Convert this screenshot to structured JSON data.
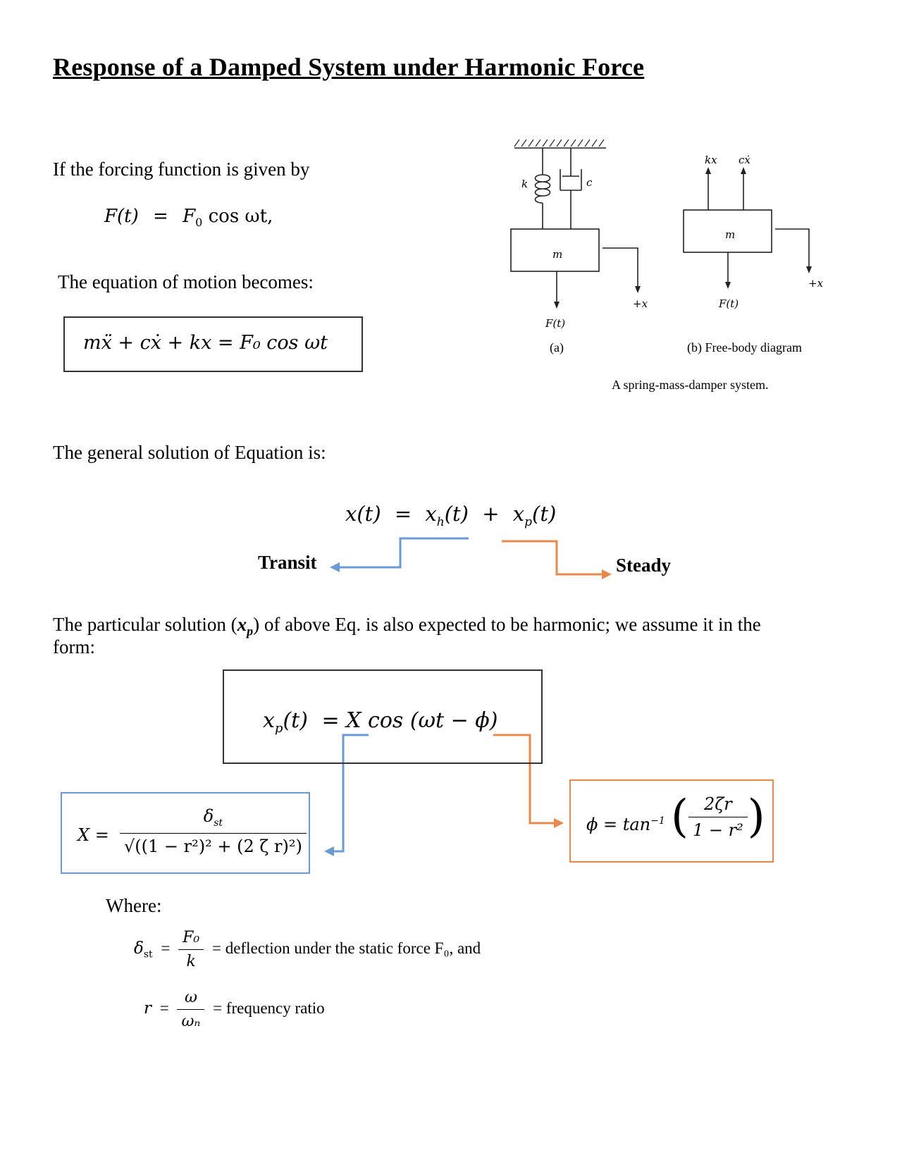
{
  "title": "Response of a Damped System under Harmonic Force",
  "intro": "If the forcing function is given by",
  "forcing_eq": {
    "lhs": "F(t)",
    "eq": "=",
    "rhs_f": "F",
    "rhs_sub": "0",
    "rhs_tail": " cos ωt,"
  },
  "eom_intro": "The equation of motion becomes:",
  "eom": "mẍ + cẋ + kx = F₀ cos ωt",
  "figure": {
    "spring_label": "k",
    "damper_label": "c",
    "mass_label": "m",
    "force_label": "F(t)",
    "disp_label": "+x",
    "fbd_kx": "kx",
    "fbd_cx": "cẋ",
    "caption_a": "(a)",
    "caption_b": "(b) Free-body diagram",
    "caption": "A spring-mass-damper system."
  },
  "general_intro": "The general solution of Equation is:",
  "general_eq": {
    "lhs": "x(t)",
    "eq": "=",
    "xh": "x",
    "xh_sub": "h",
    "t1": "(t)",
    "plus": "+",
    "xp": "x",
    "xp_sub": "p",
    "t2": "(t)"
  },
  "transit_label": "Transit",
  "steady_label": "Steady",
  "particular_intro_a": "The particular solution (",
  "particular_xp": "x",
  "particular_xp_sub": "p",
  "particular_intro_b": ") of above Eq. is also expected to be harmonic; we assume it in the",
  "particular_intro_c": "form:",
  "xp_eq": {
    "lhs": "x",
    "lhs_sub": "p",
    "lhs_t": "(t)",
    "rhs": "= X cos (ωt − ϕ)"
  },
  "amplitude_eq": {
    "lhs": "X =",
    "num": "δ",
    "num_sub": "st",
    "den": "√((1 − r²)² + (2 ζ r)²)"
  },
  "phase_eq": {
    "lhs": "ϕ = tan",
    "sup": "−1",
    "num": "2ζr",
    "den": "1 − r²"
  },
  "where_label": "Where:",
  "def_st": {
    "sym": "δ",
    "sym_sub": "st",
    "num": "F₀",
    "den": "k",
    "text": "= deflection under the static force F₀, and"
  },
  "def_r": {
    "sym": "r",
    "num": "ω",
    "den": "ωₙ",
    "text": "= frequency ratio"
  },
  "colors": {
    "blue": "#6a9bd4",
    "orange": "#e8884b",
    "frame": "#333333"
  }
}
